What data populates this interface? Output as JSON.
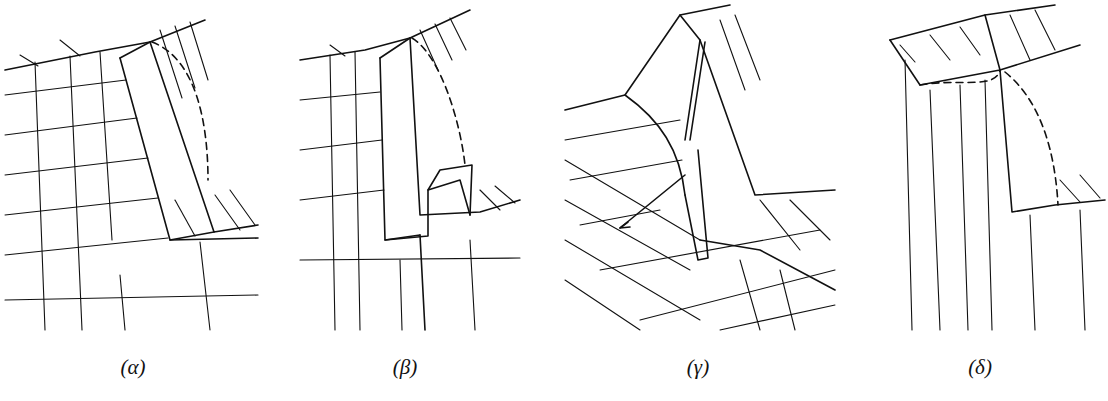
{
  "diagram": {
    "labels": [
      "(α)",
      "(β)",
      "(γ)",
      "(δ)"
    ]
  }
}
